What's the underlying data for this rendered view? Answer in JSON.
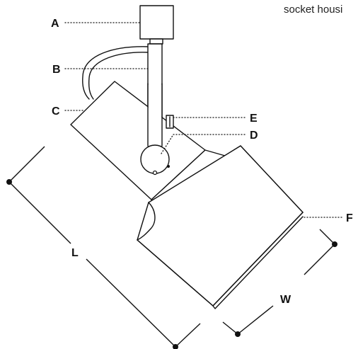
{
  "labels": {
    "a": "A",
    "b": "B",
    "c": "C",
    "d": "D",
    "e": "E",
    "f": "F",
    "l": "L",
    "w": "W"
  },
  "callout": "socket housi"
}
